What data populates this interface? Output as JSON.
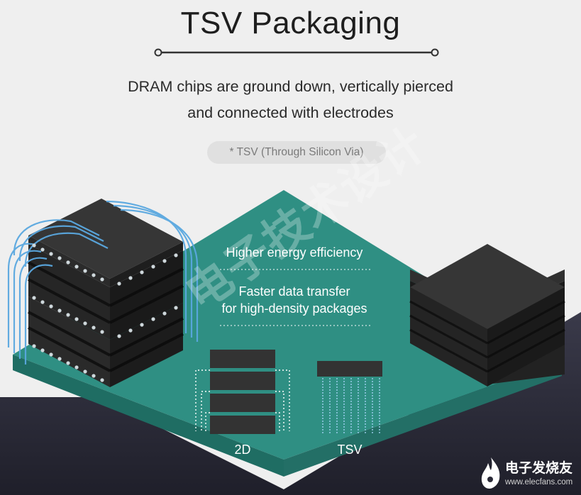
{
  "title": "TSV Packaging",
  "subtitle_line1": "DRAM chips are ground down, vertically pierced",
  "subtitle_line2": "and connected with electrodes",
  "note": "* TSV (Through Silicon Via)",
  "benefits": [
    "Higher energy efficiency",
    "Faster data transfer",
    "for high-density packages"
  ],
  "captions": {
    "left": "2D",
    "right": "TSV"
  },
  "watermark": "电子技术设计",
  "brand": {
    "name": "电子发烧友",
    "url": "www.elecfans.com"
  },
  "colors": {
    "background": "#efefef",
    "board": "#2f8f83",
    "chip": "#333333",
    "wire": "#5aa8e0",
    "base": "#2b2b38"
  }
}
